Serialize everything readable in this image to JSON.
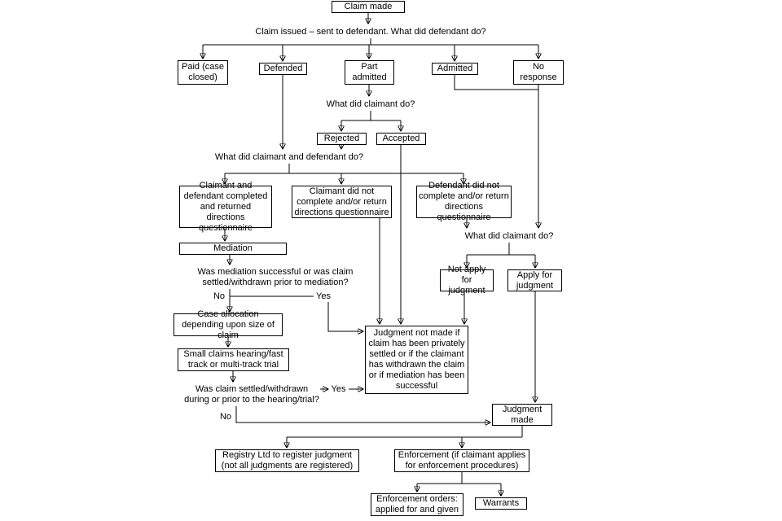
{
  "diagram": {
    "description": "Court claim process flowchart",
    "nodes": {
      "claim_made": "Claim made",
      "q_defendant": "Claim issued – sent to defendant. What did defendant do?",
      "paid": "Paid (case closed)",
      "defended": "Defended",
      "part_admitted": "Part admitted",
      "admitted": "Admitted",
      "no_response": "No response",
      "q_claimant1": "What did claimant do?",
      "rejected": "Rejected",
      "accepted": "Accepted",
      "q_both": "What did claimant and defendant do?",
      "dq_completed": "Claimant and defendant completed and returned directions questionnaire",
      "dq_claimant_not": "Claimant did not complete and/or return directions questionnaire",
      "dq_defendant_not": "Defendant did not complete and/or return directions questionnaire",
      "mediation": "Mediation",
      "q_mediation": "Was mediation successful or was claim settled/withdrawn prior to mediation?",
      "no1": "No",
      "yes1": "Yes",
      "case_allocation": "Case allocation depending upon size of claim",
      "small_claims": "Small claims hearing/fast track or multi-track trial",
      "q_settled": "Was claim settled/withdrawn during or prior to the hearing/trial?",
      "yes2": "Yes",
      "no2": "No",
      "q_claimant2": "What did claimant do?",
      "not_apply": "Not apply for judgment",
      "apply": "Apply for judgment",
      "judgment_not_made": "Judgment not made if claim has been privately settled or if the claimant has withdrawn the claim or if mediation has been successful",
      "judgment_made": "Judgment made",
      "registry": "Registry Ltd to register judgment (not all judgments are registered)",
      "enforcement": "Enforcement (if claimant applies for enforcement procedures)",
      "enforcement_orders": "Enforcement orders: applied for and given",
      "warrants": "Warrants"
    }
  }
}
